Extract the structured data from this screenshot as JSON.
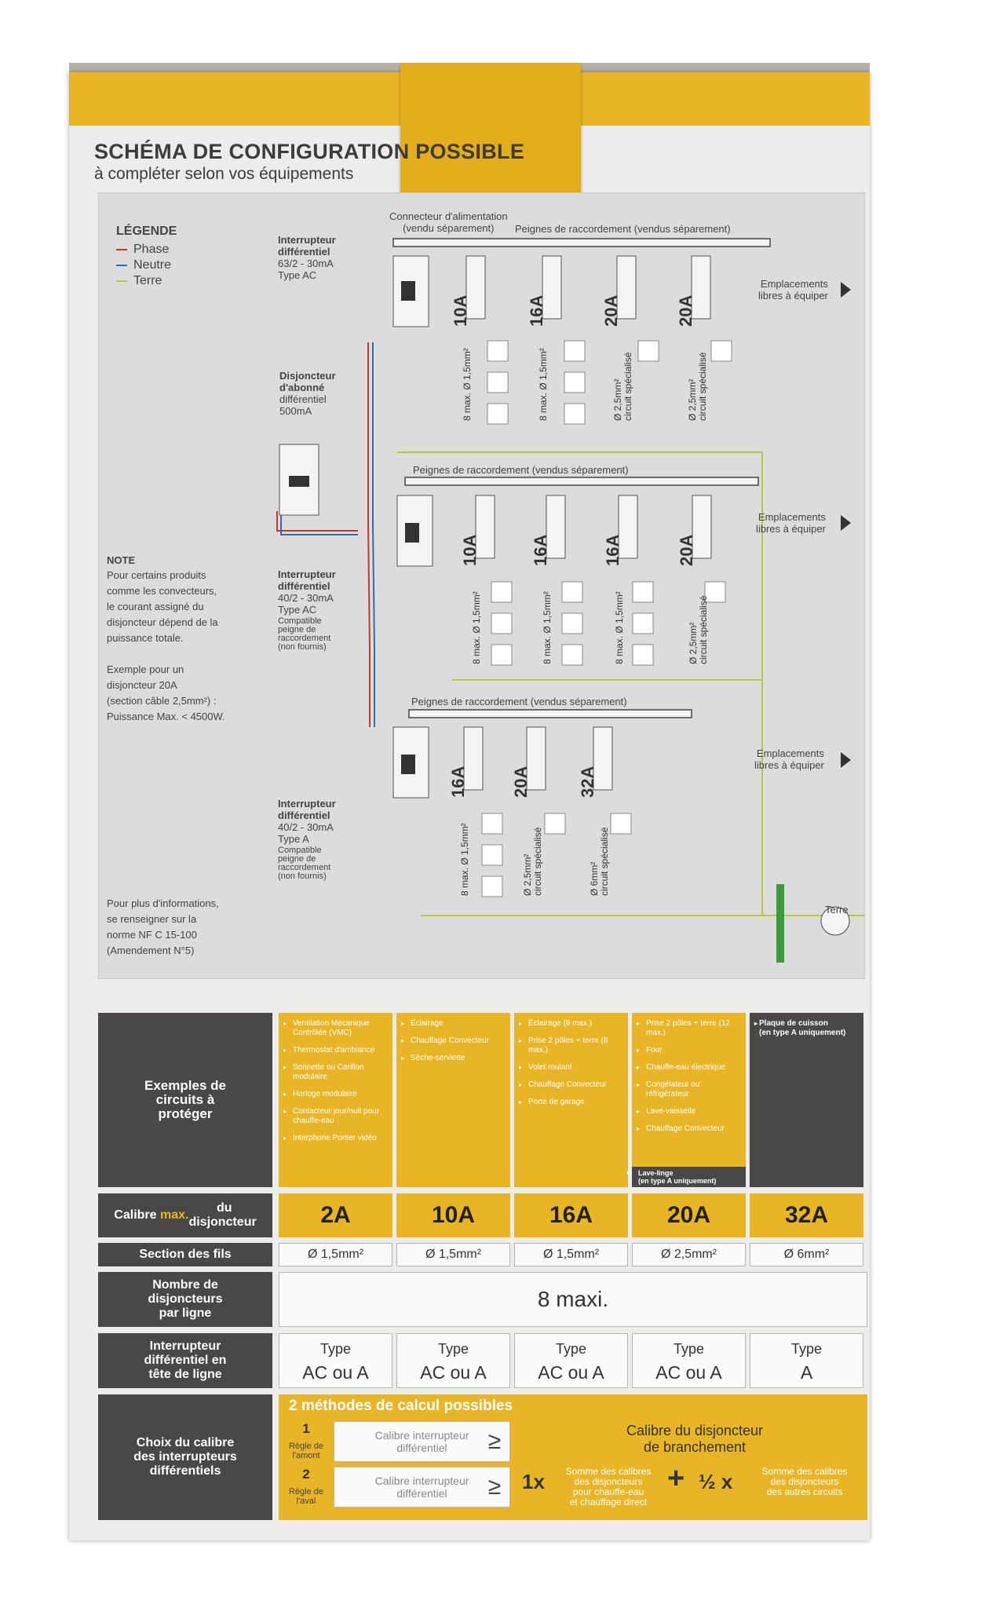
{
  "header": {
    "title": "SCHÉMA DE CONFIGURATION POSSIBLE",
    "subtitle": "à compléter selon vos équipements"
  },
  "legend": {
    "title": "LÉGENDE",
    "items": [
      {
        "label": "Phase",
        "color": "#c0392b"
      },
      {
        "label": "Neutre",
        "color": "#2e6db4"
      },
      {
        "label": "Terre",
        "color": "#b7c83a"
      }
    ]
  },
  "diagram": {
    "connector_label": "Connecteur d'alimentation\n(vendu séparement)",
    "comb_label": "Peignes de raccordement (vendus séparement)",
    "free_slots": "Emplacements\nlibres à équiper",
    "main_switch": "Interrupteur\ndifférentiel",
    "main_switch_spec": "63/2 - 30mA\nType AC",
    "subscriber": "Disjoncteur\nd'abonné",
    "subscriber_spec": "différentiel\n500mA",
    "row2_switch": "Interrupteur\ndifférentiel",
    "row2_spec": "40/2 - 30mA\nType AC",
    "compat": "Compatible\npeigne de\nraccordement\n(non fournis)",
    "row3_switch": "Interrupteur\ndifférentiel",
    "row3_spec": "40/2 - 30mA\nType A",
    "note_title": "NOTE",
    "note_text": "Pour certains produits\ncomme les convecteurs,\nle courant assigné du\ndisjoncteur dépend de la\npuissance totale.",
    "note_example": "Exemple pour un\ndisjoncteur 20A\n(section câble 2,5mm²) :\nPuissance Max. < 4500W.",
    "info": "Pour plus d'informations,\nse renseigner sur la\nnorme NF C 15-100\n(Amendement N°5)",
    "earth": "Terre",
    "row1": [
      {
        "amp": "10A",
        "section": "8 max. Ø 1,5mm²"
      },
      {
        "amp": "16A",
        "section": "8 max. Ø 1,5mm²"
      },
      {
        "amp": "20A",
        "section": "Ø 2,5mm²\ncircuit spécialisé"
      },
      {
        "amp": "20A",
        "section": "Ø 2,5mm²\ncircuit spécialisé"
      }
    ],
    "row2": [
      {
        "amp": "10A",
        "section": "8 max. Ø 1,5mm²"
      },
      {
        "amp": "16A",
        "section": "8 max. Ø 1,5mm²"
      },
      {
        "amp": "16A",
        "section": "8 max. Ø 1,5mm²"
      },
      {
        "amp": "20A",
        "section": "Ø 2,5mm²\ncircuit spécialisé"
      }
    ],
    "row3": [
      {
        "amp": "16A",
        "section": "8 max. Ø 1,5mm²"
      },
      {
        "amp": "20A",
        "section": "Ø 2,5mm²\ncircuit spécialisé"
      },
      {
        "amp": "32A",
        "section": "Ø 6mm²\ncircuit spécialisé"
      }
    ]
  },
  "table": {
    "examples_label": "Exemples de\ncircuits à\nprotéger",
    "calibre_label_a": "Calibre ",
    "calibre_label_b": "max.",
    "calibre_label_c": " du\ndisjoncteur",
    "section_label": "Section des fils",
    "count_label": "Nombre de\ndisjoncteurs\npar ligne",
    "count_value": "8 maxi.",
    "switch_label": "Interrupteur\ndifférentiel en\ntête de ligne",
    "choice_label": "Choix du calibre\ndes interrupteurs\ndifférentiels",
    "columns": [
      {
        "amp": "2A",
        "section": "Ø 1,5mm²",
        "type1": "Type",
        "type2": "AC ou A",
        "examples": [
          "Ventilation Mécanique Contrôlée (VMC)",
          "Thermostat d'ambiance",
          "Sonnette ou Carillon modulaire",
          "Horloge modulaire",
          "Contacteur jour/nuit pour chauffe-eau",
          "Interphone Portier vidéo"
        ]
      },
      {
        "amp": "10A",
        "section": "Ø 1,5mm²",
        "type1": "Type",
        "type2": "AC ou A",
        "examples": [
          "Éclairage",
          "Chauffage Convecteur",
          "Sèche-serviette"
        ]
      },
      {
        "amp": "16A",
        "section": "Ø 1,5mm²",
        "type1": "Type",
        "type2": "AC ou A",
        "examples": [
          "Éclairage (8 max.)",
          "Prise 2 pôles + terre (8 max.)",
          "Volet roulant",
          "Chauffage Convecteur",
          "Porte de garage"
        ]
      },
      {
        "amp": "20A",
        "section": "Ø 2,5mm²",
        "type1": "Type",
        "type2": "AC ou A",
        "examples": [
          "Prise 2 pôles + terre (12 max.)",
          "Four",
          "Chauffe-eau électrique",
          "Congélateur ou réfrigérateur",
          "Lave-vaisselle",
          "Chauffage Convecteur"
        ],
        "footnote": "Lave-linge\n(en type A uniquement)"
      },
      {
        "amp": "32A",
        "section": "Ø 6mm²",
        "type1": "Type",
        "type2": "A",
        "examples_header": "Plaque de cuisson\n(en type A uniquement)"
      }
    ],
    "methods": {
      "title": "2 méthodes de calcul possibles",
      "rule1_num": "1",
      "rule1_label": "Règle de\nl'amont",
      "rule2_num": "2",
      "rule2_label": "Règle de\nl'aval",
      "switch_calibre": "Calibre interrupteur\ndifférentiel",
      "geq": "≥",
      "result1": "Calibre du disjoncteur\nde branchement",
      "coef1": "1x",
      "sum1": "Somme des calibres\ndes disjoncteurs\npour chauffe-eau\net chauffage direct",
      "plus": "+",
      "coef2": "½ x",
      "sum2": "Somme des calibres\ndes disjoncteurs\ndes autres circuits"
    }
  }
}
